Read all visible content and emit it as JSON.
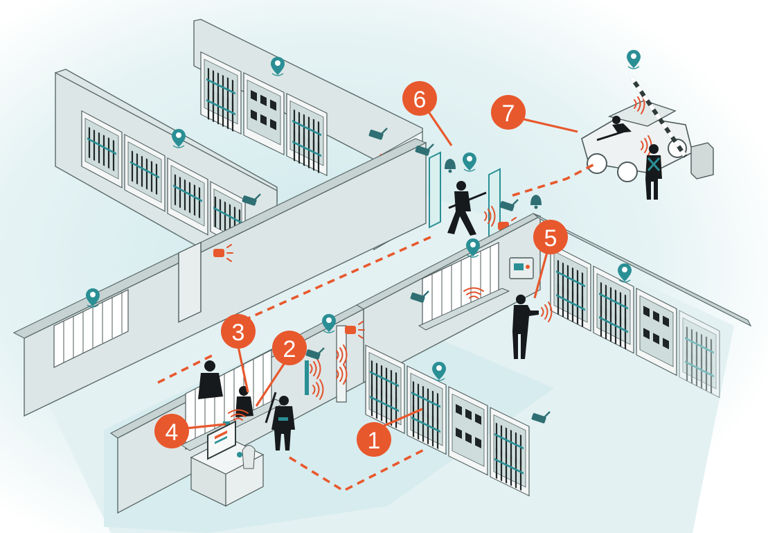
{
  "markers": [
    {
      "label": "1"
    },
    {
      "label": "2"
    },
    {
      "label": "3"
    },
    {
      "label": "4"
    },
    {
      "label": "5"
    },
    {
      "label": "6"
    },
    {
      "label": "7"
    }
  ],
  "icons": {
    "location_pin": "location-pin-icon",
    "camera": "security-camera-icon",
    "alarm_bell": "alarm-bell-icon",
    "alarm_beacon": "alarm-beacon-icon",
    "rfid_signal": "rfid-signal-icon"
  },
  "colors": {
    "marker": "#e8582d",
    "path": "#e8582d",
    "accent": "#2a8f95",
    "wall": "#dde6e6",
    "floor_glow": "#cfe9ec"
  }
}
